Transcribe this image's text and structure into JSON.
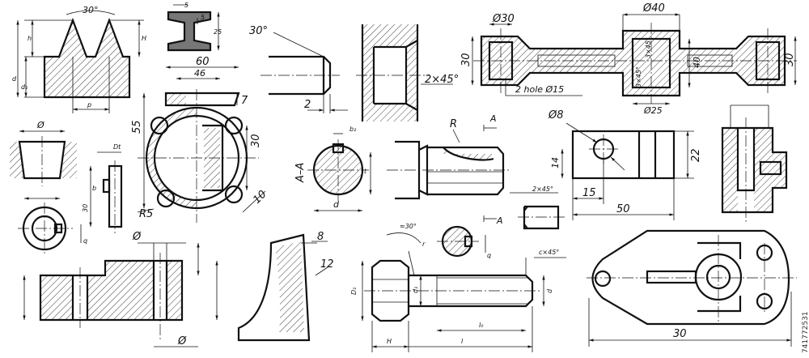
{
  "labels": {
    "thread_angle": "30°",
    "thread_h": "h",
    "thread_H": "H",
    "thread_d": "d",
    "thread_d1": "d₁",
    "thread_p": "p",
    "ibeam_5a": "5",
    "ibeam_5b": "5",
    "ibeam_25": "25",
    "ring_60": "60",
    "ring_46": "46",
    "ring_7": "7",
    "ring_55": "55",
    "ring_30": "30",
    "ring_R5": "R5",
    "ring_10": "10",
    "shaft_30": "30°",
    "shaft_2": "2",
    "chamfer": "2×45°",
    "rod_d30_left": "Ø30",
    "rod_d40": "Ø40",
    "rod_30_left": "30",
    "rod_30_right": "30",
    "rod_40": "40",
    "rod_chamfer_a": "3×45°",
    "rod_chamfer_b": "3×45°",
    "rod_hole": "2 hole Ø15",
    "rod_d25": "Ø25",
    "bush_d": "Ø",
    "key_dt": "Dt",
    "key_b": "b",
    "key_30": "30",
    "key_q": "q",
    "sec_title": "A–A",
    "sec_b2": "b₂",
    "sec_t": "t",
    "sec_d": "d",
    "pin_R": "R",
    "pin_A_top": "A",
    "pin_A_bottom": "A",
    "pin_chamfer": "2×45°",
    "block_d8": "Ø8",
    "block_14": "14",
    "block_15": "15",
    "block_50": "50",
    "block_22": "22",
    "base_d_top": "Ø",
    "base_d_bottom": "Ø",
    "rib_8": "8",
    "rib_12": "12",
    "bolt_angle": "≈30°",
    "bolt_r": "r",
    "bolt_c45": "c×45°",
    "bolt_D1": "D₁",
    "bolt_d1": "d₁",
    "bolt_d": "d",
    "bolt_l0": "l₀",
    "bolt_H": "H",
    "bolt_l": "l",
    "keyhole_q": "q",
    "lever_30": "30"
  },
  "stock_id": "741772531"
}
